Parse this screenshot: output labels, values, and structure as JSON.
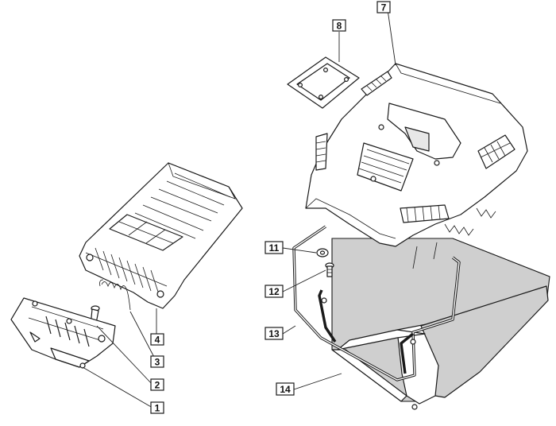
{
  "callouts": [
    {
      "id": "1",
      "label": "1"
    },
    {
      "id": "2",
      "label": "2"
    },
    {
      "id": "3",
      "label": "3"
    },
    {
      "id": "4",
      "label": "4"
    },
    {
      "id": "7",
      "label": "7"
    },
    {
      "id": "8",
      "label": "8"
    },
    {
      "id": "11",
      "label": "11"
    },
    {
      "id": "12",
      "label": "12"
    },
    {
      "id": "13",
      "label": "13"
    },
    {
      "id": "14",
      "label": "14"
    }
  ],
  "colors": {
    "line": "#1a1a1a",
    "bag_fabric": "#cfcfcf",
    "background": "#ffffff"
  }
}
